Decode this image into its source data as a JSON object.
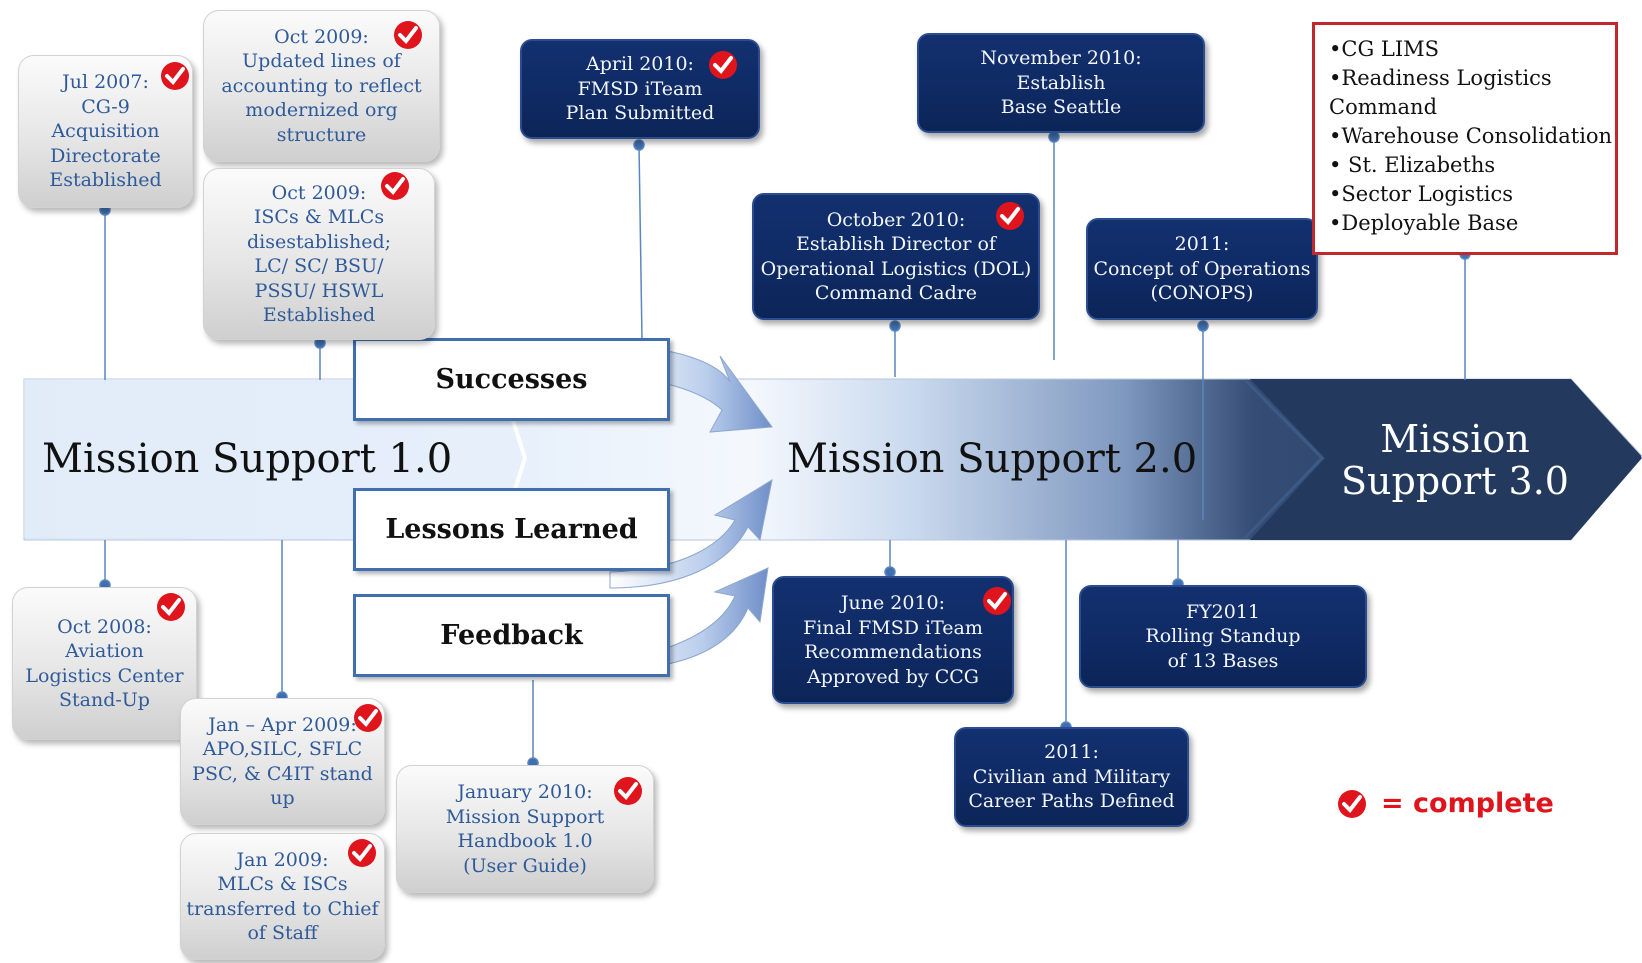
{
  "phases": {
    "ms1": "Mission  Support 1.0",
    "ms2": "Mission  Support 2.0",
    "ms3_line1": "Mission",
    "ms3_line2": "Support 3.0"
  },
  "inputs": {
    "successes": "Successes",
    "lessons": "Lessons Learned",
    "feedback": "Feedback"
  },
  "milestones": {
    "jul2007": "Jul 2007:\nCG-9\nAcquisition\nDirectorate\nEstablished",
    "oct2009a": "Oct 2009:\nUpdated lines of\naccounting to reflect\nmodernized org\nstructure",
    "oct2009b": "Oct 2009:\nISCs & MLCs\ndisestablished;\nLC/ SC/ BSU/\nPSSU/ HSWL\nEstablished",
    "oct2008": "Oct 2008:\nAviation\nLogistics Center\nStand-Up",
    "janapr2009": "Jan – Apr  2009:\nAPO,SILC, SFLC\nPSC, & C4IT stand\nup",
    "jan2009": "Jan 2009:\nMLCs & ISCs\ntransferred to Chief\nof Staff",
    "jan2010": "January 2010:\nMission Support\nHandbook 1.0\n(User Guide)",
    "apr2010": "April 2010:\nFMSD iTeam\nPlan Submitted",
    "nov2010": "November 2010:\nEstablish\nBase Seattle",
    "oct2010": "October 2010:\nEstablish  Director of\nOperational Logistics (DOL)\nCommand Cadre",
    "conops2011": "2011:\nConcept of Operations\n(CONOPS)",
    "jun2010": "June 2010:\nFinal FMSD iTeam\nRecommendations\nApproved by CCG",
    "fy2011": "FY2011\nRolling Standup\nof  13 Bases",
    "career2011": "2011:\nCivilian and Military\nCareer Paths Defined"
  },
  "future_items": [
    "•CG LIMS",
    "•Readiness Logistics",
    "Command",
    "•Warehouse Consolidation",
    "• St. Elizabeths",
    "•Sector Logistics",
    "•Deployable Base"
  ],
  "legend": {
    "label": "=  complete"
  },
  "colors": {
    "navy": "#0f2a63",
    "check_red": "#e0141c",
    "box_border_blue": "#3f6fb0",
    "future_border": "#c0282e",
    "gray_text": "#2f5a9a"
  }
}
